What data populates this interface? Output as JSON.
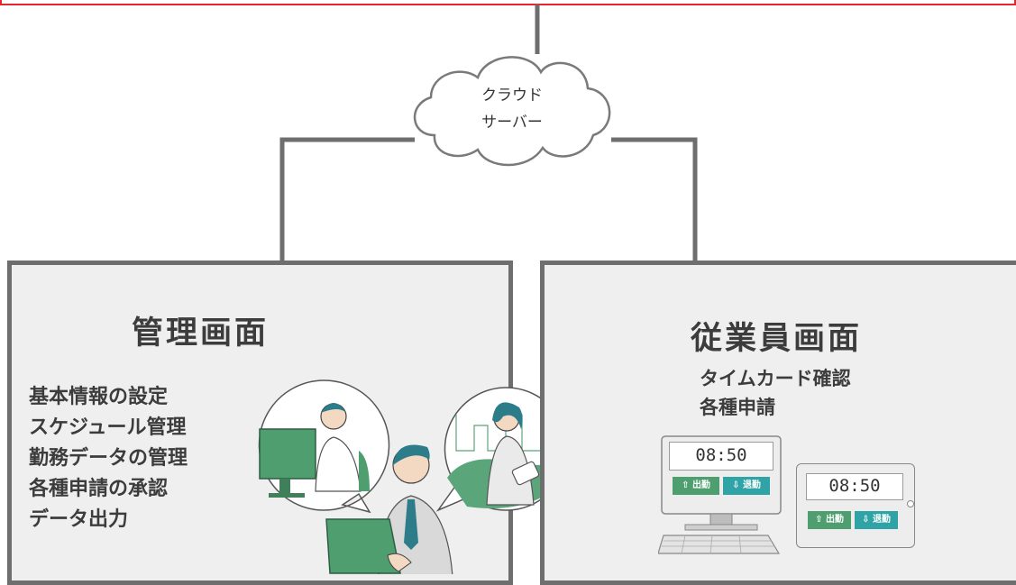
{
  "cloud": {
    "line1": "クラウド",
    "line2": "サーバー"
  },
  "admin": {
    "title": "管理画面",
    "features": [
      "基本情報の設定",
      "スケジュール管理",
      "勤務データの管理",
      "各種申請の承認",
      "データ出力"
    ]
  },
  "employee": {
    "title": "従業員画面",
    "features": [
      "タイムカード確認",
      "各種申請"
    ]
  },
  "devices": {
    "desktop": {
      "time": "08:50",
      "clock_in": "出勤",
      "clock_out": "退勤"
    },
    "tablet": {
      "time": "08:50",
      "clock_in": "出勤",
      "clock_out": "退勤"
    }
  },
  "colors": {
    "accent_red": "#e8252b",
    "green": "#4f9e70",
    "teal": "#2fa3a6",
    "panel_border": "#6e6e6e"
  }
}
